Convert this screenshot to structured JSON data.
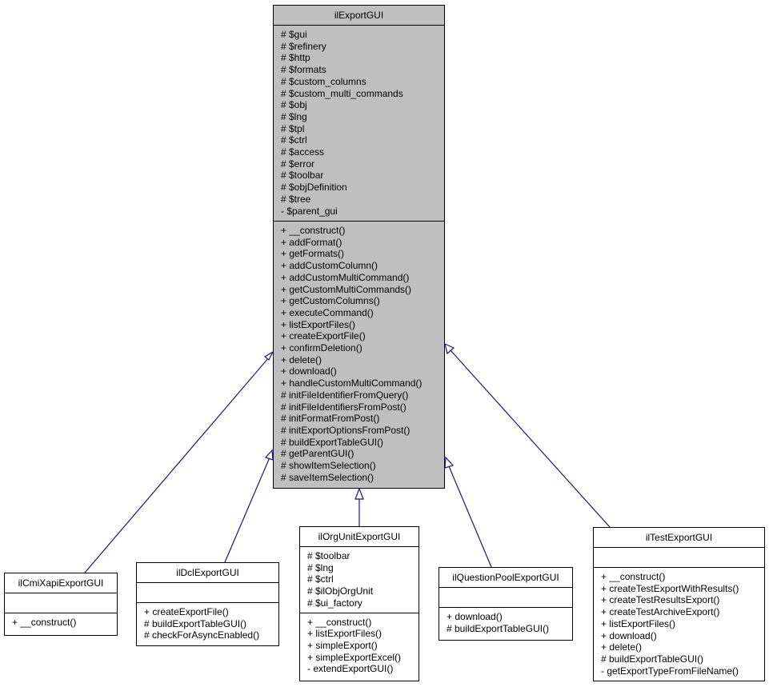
{
  "base": {
    "name": "ilExportGUI",
    "attributes": [
      "# $gui",
      "# $refinery",
      "# $http",
      "# $formats",
      "# $custom_columns",
      "# $custom_multi_commands",
      "# $obj",
      "# $lng",
      "# $tpl",
      "# $ctrl",
      "# $access",
      "# $error",
      "# $toolbar",
      "# $objDefinition",
      "# $tree",
      "- $parent_gui"
    ],
    "methods": [
      "+ __construct()",
      "+ addFormat()",
      "+ getFormats()",
      "+ addCustomColumn()",
      "+ addCustomMultiCommand()",
      "+ getCustomMultiCommands()",
      "+ getCustomColumns()",
      "+ executeCommand()",
      "+ listExportFiles()",
      "+ createExportFile()",
      "+ confirmDeletion()",
      "+ delete()",
      "+ download()",
      "+ handleCustomMultiCommand()",
      "# initFileIdentifierFromQuery()",
      "# initFileIdentifiersFromPost()",
      "# initFormatFromPost()",
      "# initExportOptionsFromPost()",
      "# buildExportTableGUI()",
      "# getParentGUI()",
      "# showItemSelection()",
      "# saveItemSelection()"
    ]
  },
  "subclasses": [
    {
      "name": "ilCmiXapiExportGUI",
      "attributes": [],
      "methods": [
        "+ __construct()"
      ]
    },
    {
      "name": "ilDclExportGUI",
      "attributes": [],
      "methods": [
        "+ createExportFile()",
        "# buildExportTableGUI()",
        "# checkForAsyncEnabled()"
      ]
    },
    {
      "name": "ilOrgUnitExportGUI",
      "attributes": [
        "# $toolbar",
        "# $lng",
        "# $ctrl",
        "# $ilObjOrgUnit",
        "# $ui_factory"
      ],
      "methods": [
        "+ __construct()",
        "+ listExportFiles()",
        "+ simpleExport()",
        "+ simpleExportExcel()",
        "- extendExportGUI()"
      ]
    },
    {
      "name": "ilQuestionPoolExportGUI",
      "attributes": [],
      "methods": [
        "+ download()",
        "# buildExportTableGUI()"
      ]
    },
    {
      "name": "ilTestExportGUI",
      "attributes": [],
      "methods": [
        "+ __construct()",
        "+ createTestExportWithResults()",
        "+ createTestResultsExport()",
        "+ createTestArchiveExport()",
        "+ listExportFiles()",
        "+ download()",
        "+ delete()",
        "# buildExportTableGUI()",
        "- getExportTypeFromFileName()"
      ]
    }
  ],
  "colors": {
    "edge": "#191970",
    "base_fill": "#bfbfbf",
    "box_fill": "#ffffff"
  }
}
